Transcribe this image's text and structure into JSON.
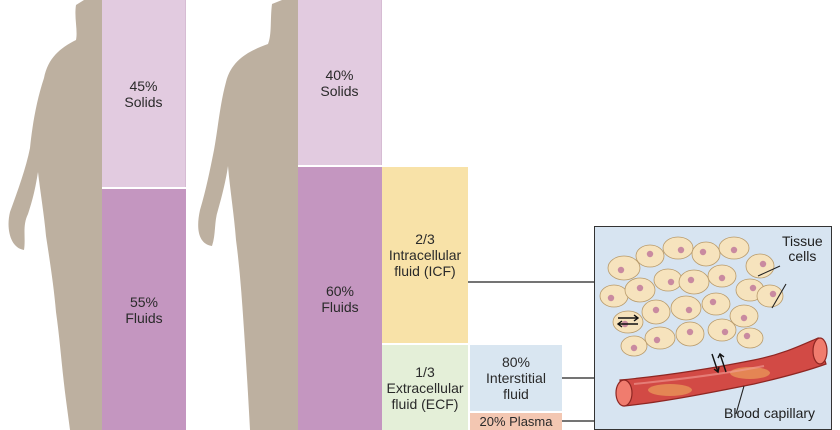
{
  "figure": {
    "female": {
      "solids": {
        "percent": "45%",
        "label": "Solids"
      },
      "fluids": {
        "percent": "55%",
        "label": "Fluids"
      }
    },
    "male": {
      "solids": {
        "percent": "40%",
        "label": "Solids"
      },
      "fluids": {
        "percent": "60%",
        "label": "Fluids"
      }
    },
    "icf": {
      "fraction": "2/3",
      "line1": "Intracellular",
      "line2": "fluid (ICF)"
    },
    "ecf": {
      "fraction": "1/3",
      "line1": "Extracellular",
      "line2": "fluid (ECF)"
    },
    "interstitial": {
      "percent": "80%",
      "line1": "Interstitial",
      "line2": "fluid"
    },
    "plasma": {
      "label": "20% Plasma"
    },
    "inset": {
      "tissue_cells_line1": "Tissue",
      "tissue_cells_line2": "cells",
      "blood_capillary": "Blood capillary"
    },
    "colors": {
      "silhouette": "#bdb0a0",
      "solids": "#e2cbe0",
      "fluids": "#c496c0",
      "icf": "#f8e2a8",
      "ecf": "#e4efd8",
      "interstitial": "#d9e6f1",
      "plasma": "#f3c7b2",
      "inset_bg": "#d7e4f1",
      "cell": "#f6e3bd",
      "nucleus": "#c98aa0",
      "capillary": "#d24a45"
    }
  }
}
